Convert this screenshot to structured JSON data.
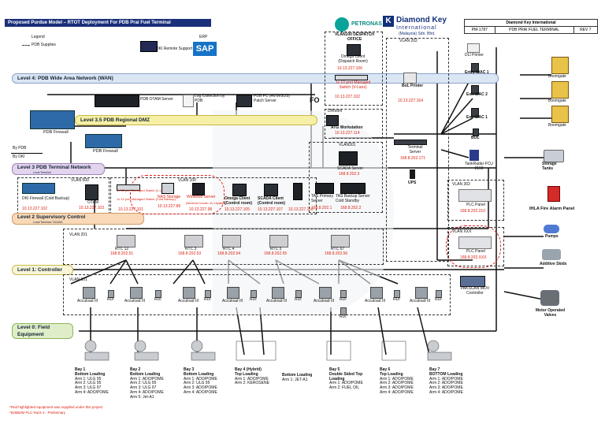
{
  "header": {
    "title": "Proposed Purdue Model – RTOT Deployment For PDB Prai Fuel Terminal",
    "petronas": "PETRONAS",
    "dk_name": "Diamond Key",
    "dk_sub": "International",
    "dk_sub2": "(Malaysia) Sdn. Bhd.",
    "table_company": "Diamond Key International",
    "table_doc": "PM-1787",
    "table_name": "PDB PRAI FUEL TERMINAL",
    "table_rev": "REV 7"
  },
  "legend": {
    "title": "Legend",
    "item": "PDB Supplies"
  },
  "levels": {
    "l4": "Level 4: PDB Wide Area Network (WAN)",
    "l35": "Level 3.5 PDB Regional DMZ",
    "l3": "Level 3 PDB Terminal Network",
    "l3_sub": "Local Terminal",
    "l2": "Level 2 Supervisory Control",
    "l2_sub": "Local Terminal / SCADA",
    "l1": "Level 1: Controller",
    "l0": "Level 0: Field Equipment"
  },
  "by_pdb": "By PDB",
  "by_dki": "By DKI",
  "top": {
    "dki_remote": "DKI Remote Support",
    "erp": "ERP",
    "sap": "SAP",
    "otam_server": "PDB OTAM Server",
    "log_collection": "Log Collection by PDB",
    "patch_server": "PDB PC (AV/WSUS) Patch Server",
    "pdb_firewall1": "PDB Firewall",
    "pdb_firewall2": "PDB Firewall"
  },
  "vlan100d": {
    "title": "VLAN100 DESPATCH OFFICE",
    "client": "Omega Client (Dispatch Room)",
    "client_ip": "10.13.227.106",
    "switch": "1x 10 port Managed Switch (V-Lans)",
    "switch_ip": "10.13.227.102"
  },
  "vlan202": "VLAN 202",
  "fo": "FO",
  "bol_printer": "BoL Printer",
  "bol_printer_ip": "10.13.227.164",
  "atg": {
    "title": "D/Room",
    "name": "ATG Workstation",
    "ip": "10.13.227.114"
  },
  "vlan301": {
    "title": "VLAN301",
    "scada": "SCADA Server",
    "scada_ip": "168.8.202.3",
    "tas_primary": "TAS Primary Server",
    "tas_primary_ip": "168.8.202.1",
    "tas_backup": "TAS Backup Server Cold Standby",
    "tas_backup_ip": "168.8.202.2"
  },
  "terminal_server": "Terminal Server",
  "terminal_server_ip": "168.8.202.171",
  "ups": "UPS",
  "vlan500": {
    "title": "VLAN 500",
    "fw": "DKI Firewall (Cold Backup)",
    "fw_ip": "10.13.227.102",
    "otam": "OTAM",
    "otam_ip": "10.13.227.103"
  },
  "vlan100": {
    "title": "VLAN 100",
    "switch": "1x 12 port Managed Switch (V-Lans)",
    "switch2": "1x 12 port Managed Switch (Cold Backup)",
    "switch_ip": "10.13.227.101",
    "nas": "NAS Storage",
    "nas_ip": "10.13.227.89",
    "win": "Windows Server",
    "win_note": "(Windows Domain, AV, Updates)",
    "win_ip": "10.13.227.98",
    "omega": "Omega Client (Control room)",
    "omega_ip": "10.13.227.105",
    "scada_client": "SCADA Client (Control room)",
    "scada_client_ip": "10.13.227.107",
    "extra_ip": "10.13.227.110"
  },
  "vlan201": {
    "title": "VLAN 201",
    "rtcs": [
      {
        "name": "RTC 12",
        "ip": "168.8.202.51"
      },
      {
        "name": "RTC 3",
        "ip": "168.8.202.53"
      },
      {
        "name": "RTC 4",
        "ip": "168.8.202.54"
      },
      {
        "name": "RTC 5",
        "ip": "168.8.202.55"
      },
      {
        "name": "RTC 67",
        "ip": "168.8.202.56"
      }
    ]
  },
  "vlan101": {
    "title": "VLAN 101",
    "accu": "Accuload III",
    "rdi": "RDI",
    "paskan": "PAKSCAN MOV Controller"
  },
  "right": {
    "dli_printer": "DLI Printer",
    "entry_idac": "Entry IDAC 1",
    "exit_idac2": "Exit IDAC 2",
    "exit_idac1": "Exit IDAC 1",
    "bol": "BOL",
    "boomgate": "Boomgate",
    "tankradar": "TankRadar FCU 2160",
    "storage": "Storage Tanks",
    "vlan302": "VLAN 302",
    "plc1": "PLC Panel",
    "plc1_ip": "168.8.202.210",
    "fire": "IHLA Fire Alarm Panel",
    "vlanxxx": "VLAN XXX",
    "plc2": "PLC Panel",
    "plc2_ip": "168.8.202.XXX",
    "pumps": "Pumps",
    "additive": "Additive Skids",
    "mov": "Motor Operated Valves"
  },
  "bays": [
    {
      "title": "Bay 1",
      "sub": "Bottom Loading",
      "arms": [
        "Arm 1: ULG 95",
        "Arm 2: ULG 95",
        "Arm 3: ULG 97",
        "Arm 4: ADO/POME"
      ]
    },
    {
      "title": "Bay 2",
      "sub": "Bottom Loading",
      "arms": [
        "Arm 1: ADO/POME",
        "Arm 2: ULG 95",
        "Arm 3: ULG 97",
        "Arm 4: ADO/POME"
      ]
    },
    {
      "title": "Bay 3",
      "sub": "Bottom Loading",
      "arms": [
        "Arm 1: ADO/POME",
        "Arm 2: ULG 95",
        "Arm 3: ADO/POME",
        "Arm 4: ADO/POME"
      ]
    },
    {
      "title": "Bay 4 (Hybrid)",
      "sub": "Top Loading",
      "arms": [
        "Arm 1: ADO/POME",
        "Arm 2: KEROSENE"
      ]
    },
    {
      "title": "",
      "sub": "Bottom Loading",
      "arms": [
        "Arm 1: JET-A1"
      ]
    },
    {
      "title": "Bay 5",
      "sub": "Double Sided Top Loading",
      "arms": [
        "Arm 1: ADO/POME",
        "Arm 2: FUEL OIL"
      ]
    },
    {
      "title": "Bay 6",
      "sub": "Top Loading",
      "arms": [
        "Arm 1: ADO/POME",
        "Arm 2: ADO/POME",
        "Arm 3: ADO/POME",
        "Arm 4: ADO/POME"
      ]
    },
    {
      "title": "Bay 7",
      "sub": "BOTTOM Loading",
      "arms": [
        "Arm 1: ADO/POME",
        "Arm 2: ADO/POME",
        "Arm 3: ADO/POME",
        "Arm 4: ADO/POME"
      ]
    }
  ],
  "bay2_extra": "Arm 5: Jet-A1",
  "notes": {
    "n1": "*Red highlighted equipment was supplied under this project",
    "n2": "*820BDM PLC Rack 2 - Preliminary"
  },
  "colors": {
    "level_blue": "#dbe6f4",
    "level_yellow": "#f6f0a6",
    "level_purple": "#e3d4ee",
    "level_orange": "#f9d9b8",
    "level_cream": "#f8f5d8",
    "level_green": "#dfeec9",
    "red_text": "#dd2222"
  }
}
